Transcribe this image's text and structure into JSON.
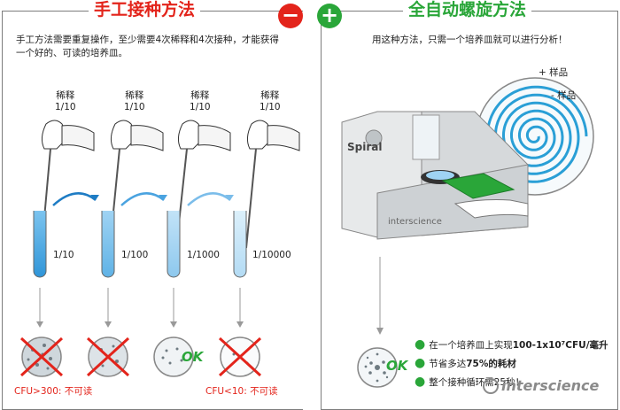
{
  "left": {
    "title": "手工接种方法",
    "description": "手工方法需要重复操作，至少需要4次稀释和4次接种，才能获得一个好的、可读的培养皿。",
    "dilution_label": [
      "稀释",
      "1/10"
    ],
    "tubes": [
      "1/10",
      "1/100",
      "1/1000",
      "1/10000"
    ],
    "plates_ok": "OK",
    "warning_high": "CFU>300: 不可读",
    "warning_low": "CFU<10: 不可读"
  },
  "right": {
    "title": "全自动螺旋方法",
    "description": "用这种方法，只需一个培养皿就可以进行分析！",
    "sample_plus": "+ 样品",
    "sample_minus": "- 样品",
    "device_brand": "Spiral",
    "device_maker": "interscience",
    "plate_ok": "OK",
    "bullets": [
      {
        "pre": "在一个培养皿上实现",
        "bold": "100-1x10⁷CFU/毫升",
        "post": ""
      },
      {
        "pre": "节省多达",
        "bold": "75%的耗材",
        "post": ""
      },
      {
        "pre": "整个接种循环",
        "bold": "",
        "post": "需25秒！"
      }
    ]
  },
  "signs": {
    "minus": "−",
    "plus": "+"
  },
  "watermark": "interscience",
  "colors": {
    "red": "#e3241b",
    "green": "#2aa639",
    "blue": "#3a9ad9"
  }
}
